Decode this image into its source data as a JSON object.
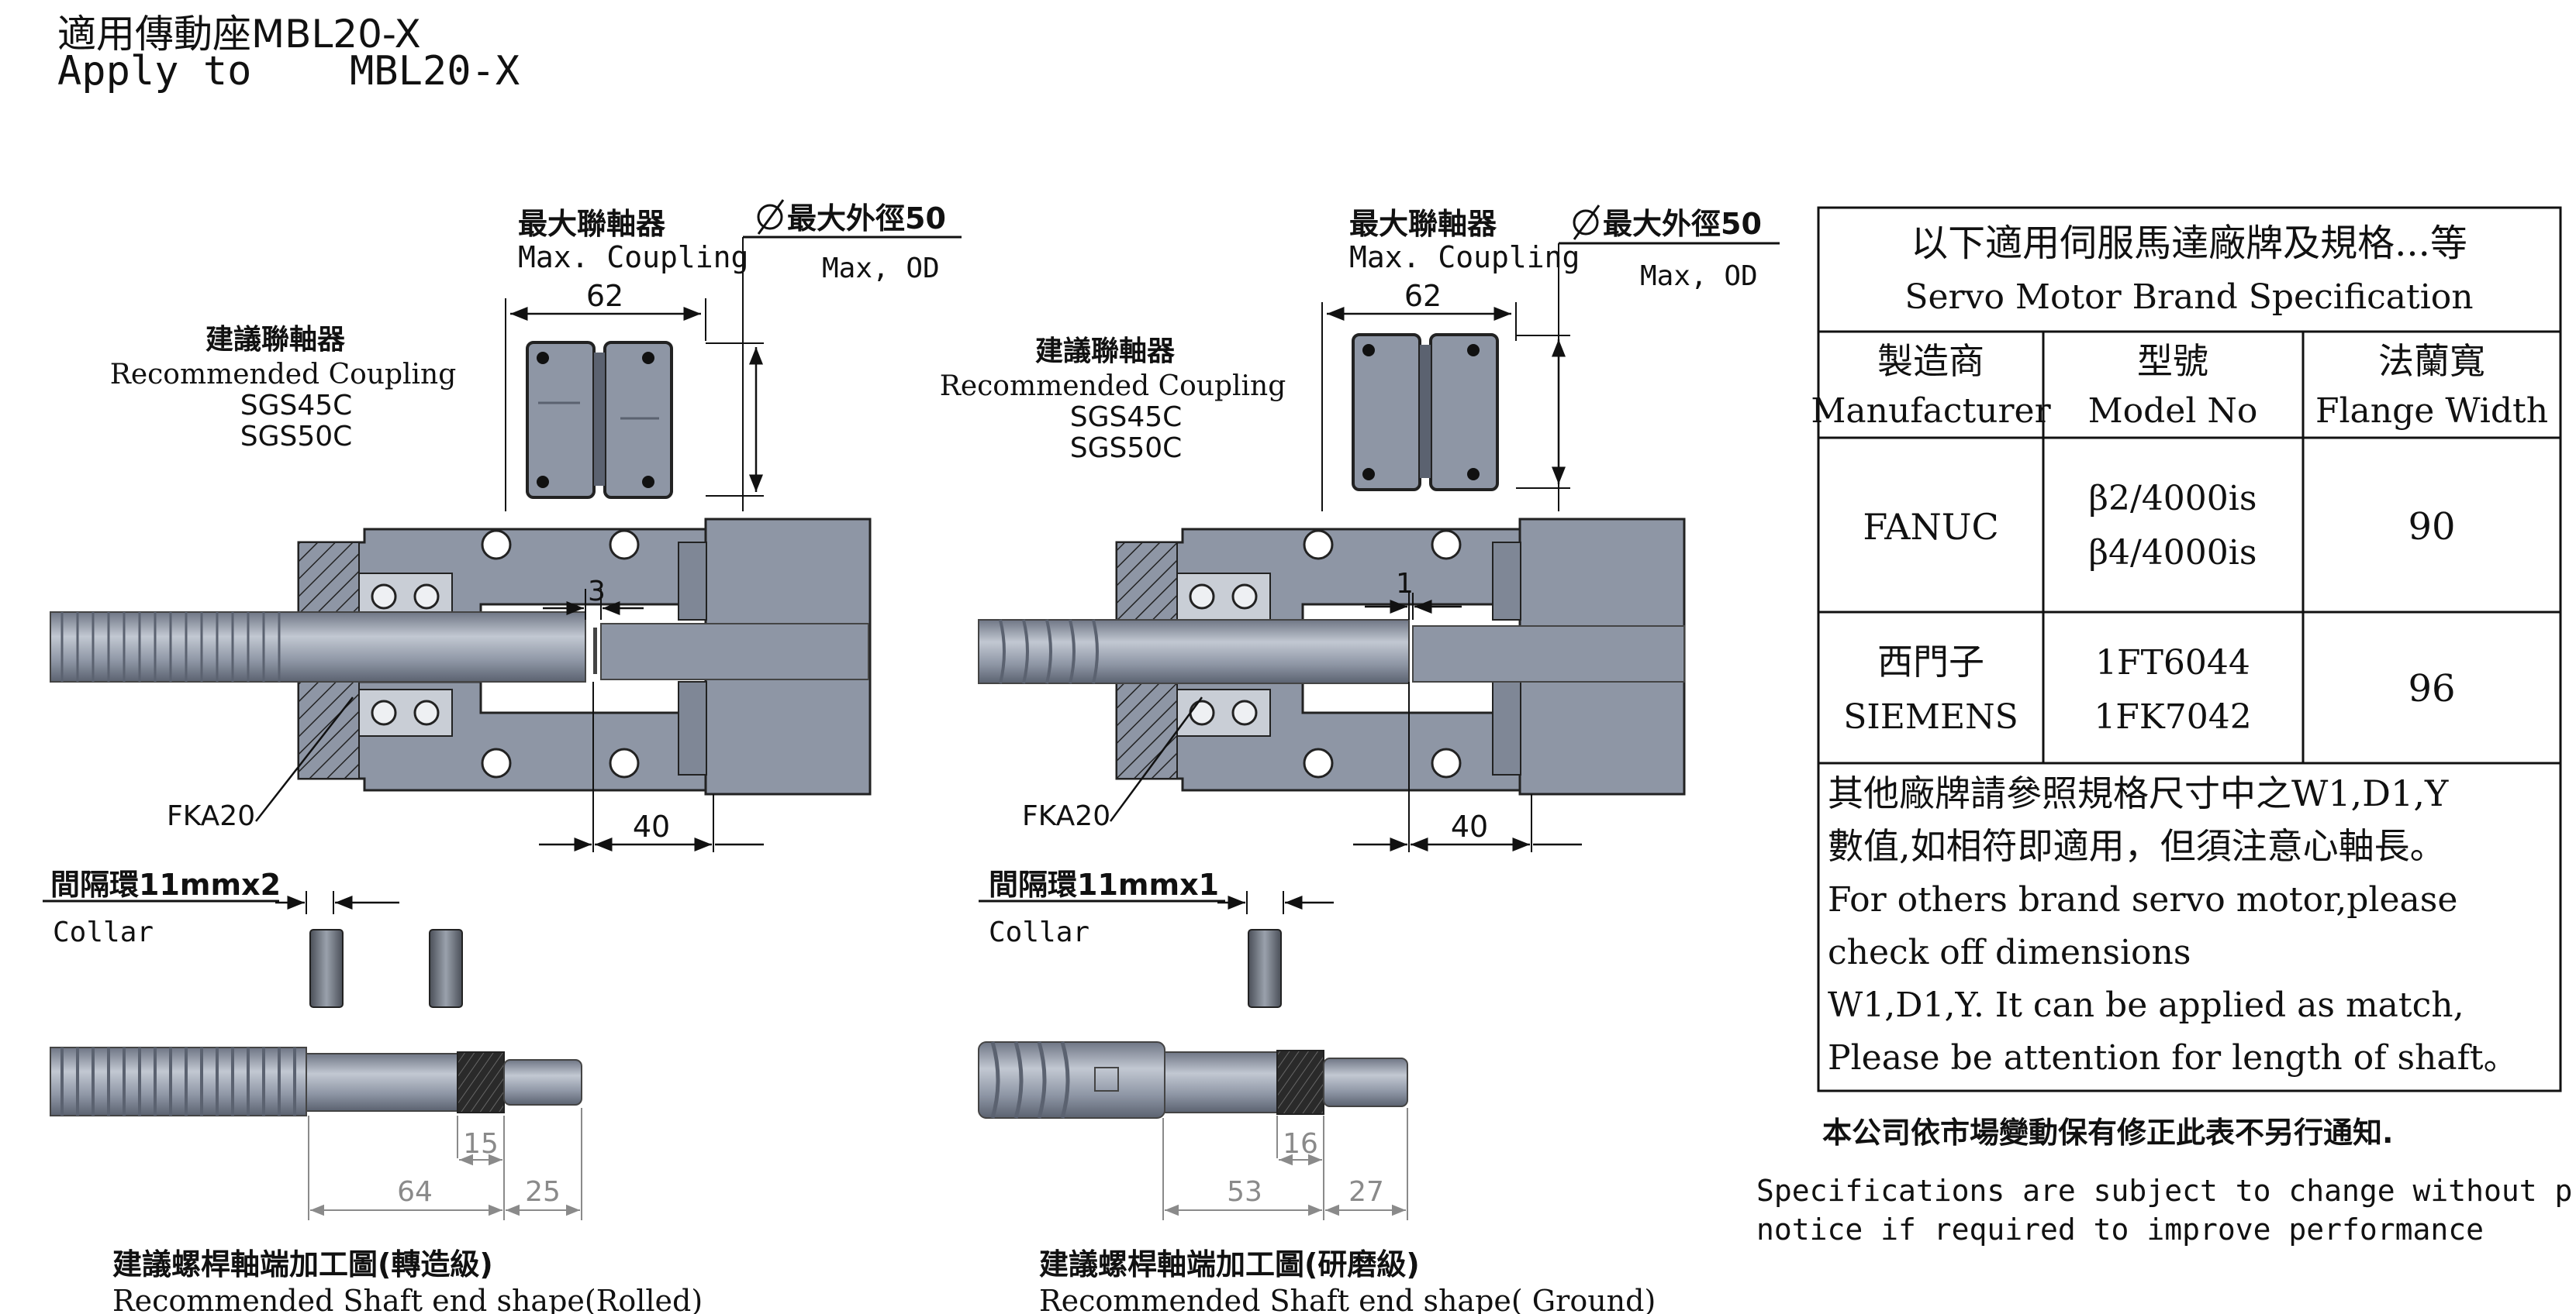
{
  "header": {
    "title_cn": "適用傳動座MBL20-X",
    "apply_to_label": "Apply to",
    "apply_to_model": "MBL20-X"
  },
  "left_view": {
    "max_coupling_cn": "最大聯軸器",
    "max_coupling_en": "Max. Coupling",
    "max_od_cn": "最大外徑50",
    "max_od_en": "Max, OD",
    "rec_coupling_cn": "建議聯軸器",
    "rec_coupling_en": "Recommended Coupling",
    "rec_coupling_models": [
      "SGS45C",
      "SGS50C"
    ],
    "dim_coupling_width": "62",
    "dim_gap": "3",
    "dim_bottom": "40",
    "bearing_label": "FKA20",
    "collar_cn": "間隔環11mmx2",
    "collar_en": "Collar",
    "collar_count": 2,
    "dim_shaft_a": "15",
    "dim_shaft_b": "64",
    "dim_shaft_c": "25",
    "shaft_caption_cn": "建議螺桿軸端加工圖(轉造級)",
    "shaft_caption_en": "Recommended Shaft end shape(Rolled)"
  },
  "right_view": {
    "max_coupling_cn": "最大聯軸器",
    "max_coupling_en": "Max. Coupling",
    "max_od_cn": "最大外徑50",
    "max_od_en": "Max, OD",
    "rec_coupling_cn": "建議聯軸器",
    "rec_coupling_en": "Recommended Coupling",
    "rec_coupling_models": [
      "SGS45C",
      "SGS50C"
    ],
    "dim_coupling_width": "62",
    "dim_gap": "1",
    "dim_bottom": "40",
    "bearing_label": "FKA20",
    "collar_cn": "間隔環11mmx1",
    "collar_en": "Collar",
    "collar_count": 1,
    "dim_shaft_a": "16",
    "dim_shaft_b": "53",
    "dim_shaft_c": "27",
    "shaft_caption_cn": "建議螺桿軸端加工圖(研磨級)",
    "shaft_caption_en": "Recommended Shaft end shape( Ground)"
  },
  "spec_table": {
    "title_cn": "以下適用伺服馬達廠牌及規格...等",
    "title_en": "Servo Motor Brand Specification",
    "headers": [
      {
        "cn": "製造商",
        "en": "Manufacturer"
      },
      {
        "cn": "型號",
        "en": "Model No"
      },
      {
        "cn": "法蘭寬",
        "en": "Flange Width"
      }
    ],
    "rows": [
      {
        "manufacturer": [
          "FANUC"
        ],
        "models": [
          "β2/4000is",
          "β4/4000is"
        ],
        "flange": "90"
      },
      {
        "manufacturer": [
          "西門子",
          "SIEMENS"
        ],
        "models": [
          "1FT6044",
          "1FK7042"
        ],
        "flange": "96"
      }
    ],
    "notes": [
      "其他廠牌請參照規格尺寸中之W1,D1,Y",
      "數值,如相符即適用，但須注意心軸長。",
      "For others brand servo motor,please",
      "check off dimensions",
      "W1,D1,Y. It can be applied as match,",
      "Please be attention for length of shaft。"
    ]
  },
  "footer": {
    "notice_cn": "本公司依市場變動保有修正此表不另行通知.",
    "notice_en_1": "Specifications are subject to change without prior",
    "notice_en_2": "notice if required to improve performance"
  },
  "colors": {
    "part_fill": "#8e96a5",
    "part_dark": "#5b6270",
    "part_light": "#b3bac6",
    "line": "#111111",
    "dim_grey": "#8a8a8a"
  },
  "icons": [
    "diameter-symbol",
    "dimension-arrow",
    "hatch-pattern",
    "bearing-ball"
  ]
}
